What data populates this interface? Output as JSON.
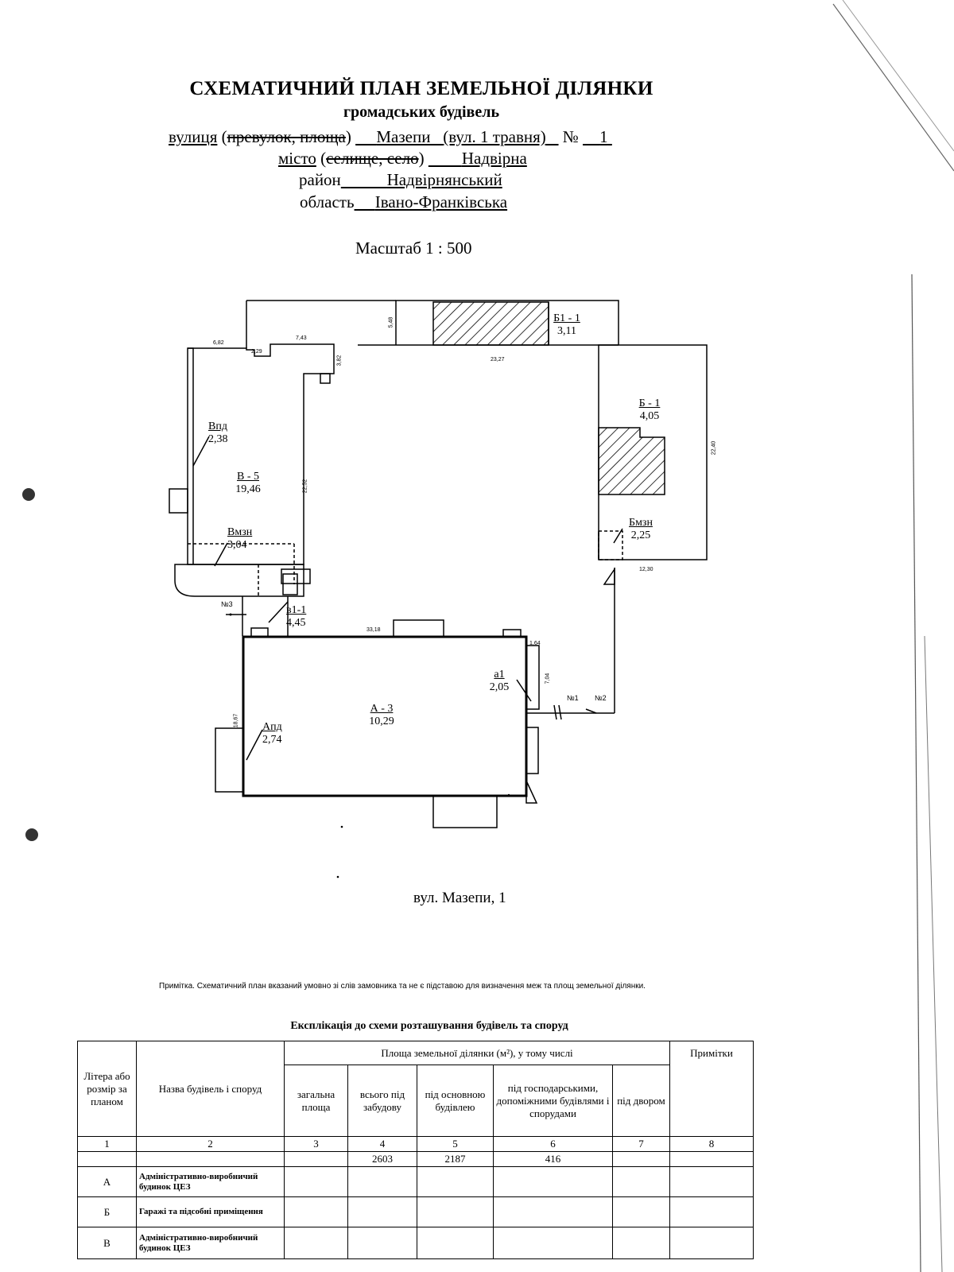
{
  "header": {
    "title": "СХЕМАТИЧНИЙ ПЛАН ЗЕМЕЛЬНОЇ ДІЛЯНКИ",
    "subtitle": "громадських будівель",
    "street_label": "вулиця",
    "street_struck": "превулок, площа",
    "street_value": "Мазепи",
    "street_alt": "(вул. 1 травня)",
    "number_label": "№",
    "number_value": "1",
    "city_label": "місто",
    "city_struck": "селище, село",
    "city_value": "Надвірна",
    "district_label": "район",
    "district_value": "Надвірнянський",
    "region_label": "область",
    "region_value": "Івано-Франківська",
    "scale": "Масштаб 1 : 500"
  },
  "plan": {
    "buildings": {
      "b1_1": {
        "name": "Б1 - 1",
        "value": "3,11"
      },
      "b_1": {
        "name": "Б - 1",
        "value": "4,05"
      },
      "bmzn": {
        "name": "Бмзн",
        "value": "2,25"
      },
      "vpd": {
        "name": "Впд",
        "value": "2,38"
      },
      "v_5": {
        "name": "В - 5",
        "value": "19,46"
      },
      "vmzn": {
        "name": "Вмзн",
        "value": "3,04"
      },
      "v1_1": {
        "name": "в1-1",
        "value": "4,45"
      },
      "a_3": {
        "name": "А - 3",
        "value": "10,29"
      },
      "apd": {
        "name": "Апд",
        "value": "2,74"
      },
      "a1": {
        "name": "а1",
        "value": "2,05"
      }
    },
    "dims": {
      "d682": "6,82",
      "d229": "2,29",
      "d743": "7,43",
      "d382": "3,82",
      "d548": "5,48",
      "d2327": "23,27",
      "d2240": "22,40",
      "d2252": "22,52",
      "d1230": "12,30",
      "d3318": "33,18",
      "d164": "1,64",
      "d704": "7,04",
      "d1867": "18,67"
    },
    "gates": {
      "n1": "№1",
      "n2": "№2",
      "n3": "№3"
    },
    "street_caption": "вул. Мазепи, 1"
  },
  "note": "Примітка. Схематичний план вказаний умовно зі слів замовника та не є підставою для визначення меж та площ земельної ділянки.",
  "table": {
    "caption": "Експлікація до схеми розташування будівель та споруд",
    "headers": {
      "col1": "Літера або розмір за планом",
      "col2": "Назва будівель і споруд",
      "group": "Площа земельної ділянки (м²), у тому числі",
      "col3": "загальна площа",
      "col4": "всього під забудову",
      "col5": "під основною будівлею",
      "col6": "під господарськими, допоміжними будівлями і спорудами",
      "col7": "під двором",
      "col8": "Примітки"
    },
    "numbers": [
      "1",
      "2",
      "3",
      "4",
      "5",
      "6",
      "7",
      "8"
    ],
    "totals": {
      "c4": "2603",
      "c5": "2187",
      "c6": "416"
    },
    "rows": [
      {
        "letter": "А",
        "name": "Адміністративно-виробничий будинок ЦЕЗ"
      },
      {
        "letter": "Б",
        "name": "Гаражі та підсобні приміщення"
      },
      {
        "letter": "В",
        "name": "Адміністративно-виробничий будинок ЦЕЗ"
      }
    ]
  }
}
